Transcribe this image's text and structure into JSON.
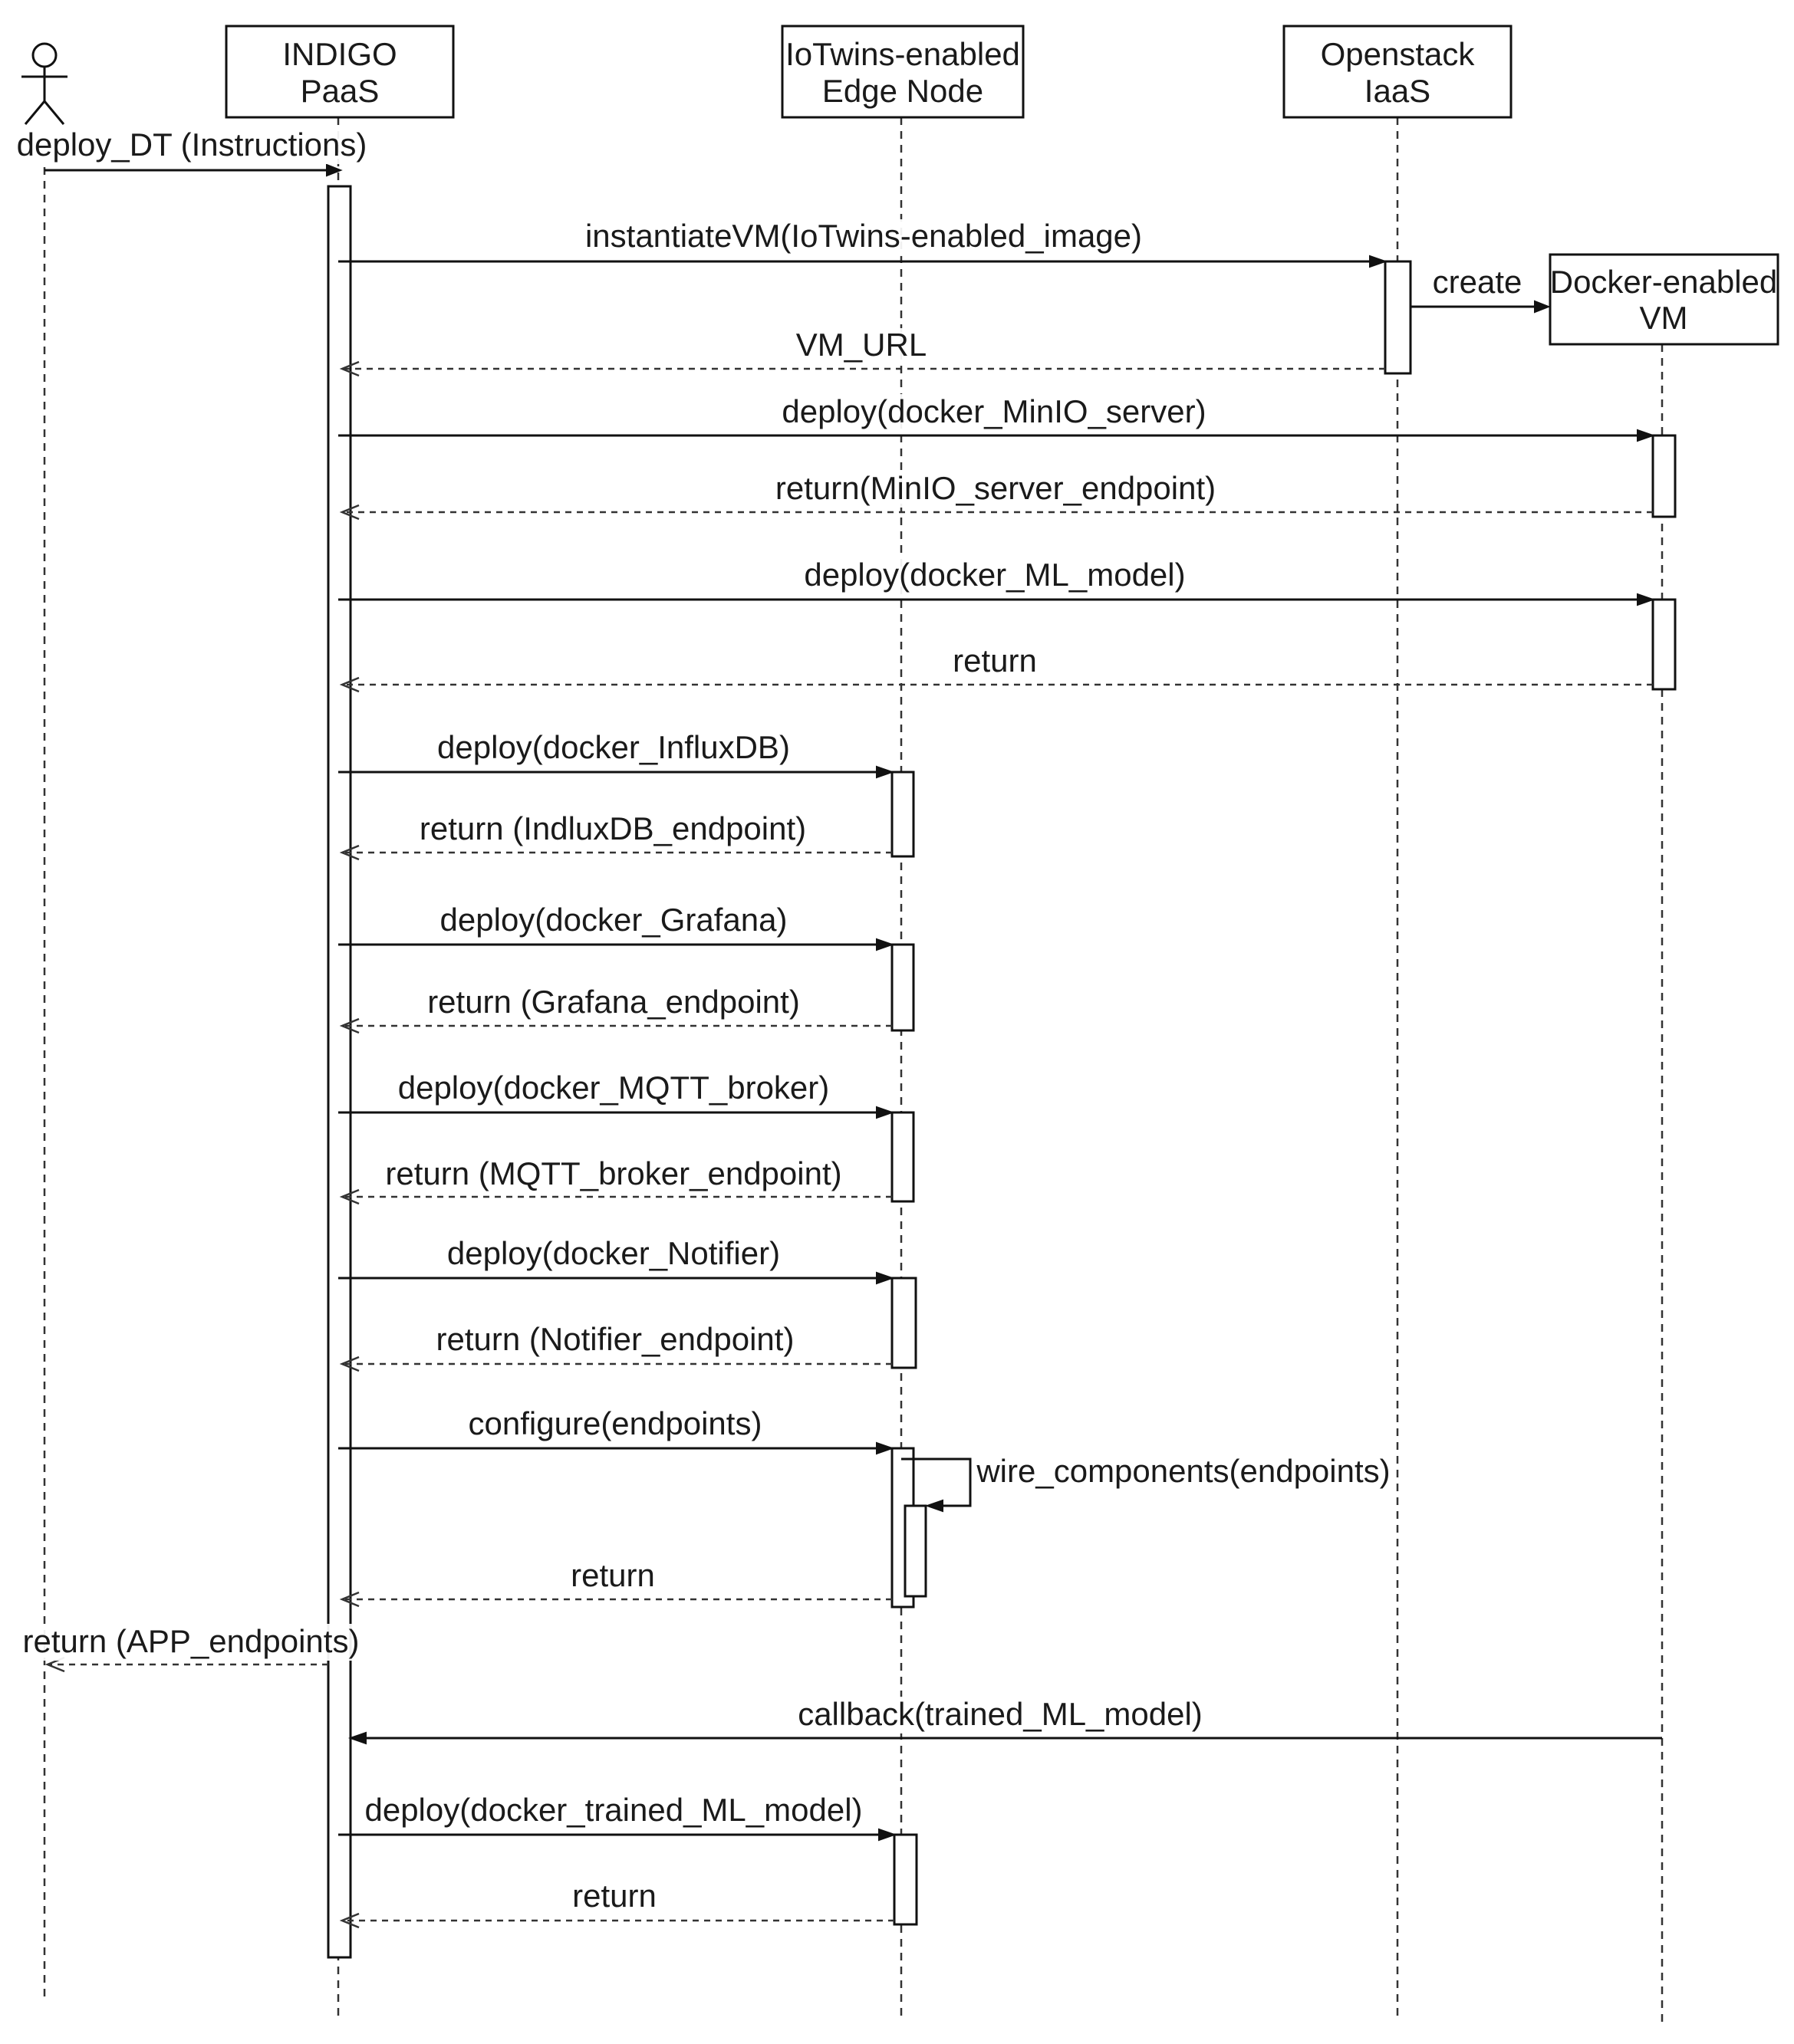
{
  "participants": [
    {
      "id": "actor",
      "kind": "actor",
      "label_lines": []
    },
    {
      "id": "paas",
      "kind": "box",
      "label_lines": [
        "INDIGO",
        "PaaS"
      ]
    },
    {
      "id": "edge",
      "kind": "box",
      "label_lines": [
        "IoTwins-enabled",
        "Edge Node"
      ]
    },
    {
      "id": "iaas",
      "kind": "box",
      "label_lines": [
        "Openstack",
        "IaaS"
      ]
    },
    {
      "id": "vm",
      "kind": "box",
      "label_lines": [
        "Docker-enabled",
        "VM"
      ]
    }
  ],
  "messages": [
    {
      "from": "actor",
      "to": "paas",
      "label": "deploy_DT (Instructions)",
      "style": "solid"
    },
    {
      "from": "paas",
      "to": "iaas",
      "label": "instantiateVM(IoTwins-enabled_image)",
      "style": "solid"
    },
    {
      "from": "iaas",
      "to": "vm",
      "label": "create",
      "style": "solid"
    },
    {
      "from": "iaas",
      "to": "paas",
      "label": "VM_URL",
      "style": "dashed"
    },
    {
      "from": "paas",
      "to": "vm",
      "label": "deploy(docker_MinIO_server)",
      "style": "solid"
    },
    {
      "from": "vm",
      "to": "paas",
      "label": "return(MinIO_server_endpoint)",
      "style": "dashed"
    },
    {
      "from": "paas",
      "to": "vm",
      "label": "deploy(docker_ML_model)",
      "style": "solid"
    },
    {
      "from": "vm",
      "to": "paas",
      "label": "return",
      "style": "dashed"
    },
    {
      "from": "paas",
      "to": "edge",
      "label": "deploy(docker_InfluxDB)",
      "style": "solid"
    },
    {
      "from": "edge",
      "to": "paas",
      "label": "return (IndluxDB_endpoint)",
      "style": "dashed"
    },
    {
      "from": "paas",
      "to": "edge",
      "label": "deploy(docker_Grafana)",
      "style": "solid"
    },
    {
      "from": "edge",
      "to": "paas",
      "label": "return (Grafana_endpoint)",
      "style": "dashed"
    },
    {
      "from": "paas",
      "to": "edge",
      "label": "deploy(docker_MQTT_broker)",
      "style": "solid"
    },
    {
      "from": "edge",
      "to": "paas",
      "label": "return (MQTT_broker_endpoint)",
      "style": "dashed"
    },
    {
      "from": "paas",
      "to": "edge",
      "label": "deploy(docker_Notifier)",
      "style": "solid"
    },
    {
      "from": "edge",
      "to": "paas",
      "label": "return (Notifier_endpoint)",
      "style": "dashed"
    },
    {
      "from": "paas",
      "to": "edge",
      "label": "configure(endpoints)",
      "style": "solid"
    },
    {
      "from": "edge",
      "to": "edge",
      "label": "wire_components(endpoints)",
      "style": "solid"
    },
    {
      "from": "edge",
      "to": "paas",
      "label": "return",
      "style": "dashed"
    },
    {
      "from": "paas",
      "to": "actor",
      "label": "return (APP_endpoints)",
      "style": "dashed"
    },
    {
      "from": "vm",
      "to": "paas",
      "label": "callback(trained_ML_model)",
      "style": "solid"
    },
    {
      "from": "paas",
      "to": "edge",
      "label": "deploy(docker_trained_ML_model)",
      "style": "solid"
    },
    {
      "from": "edge",
      "to": "paas",
      "label": "return",
      "style": "dashed"
    }
  ]
}
